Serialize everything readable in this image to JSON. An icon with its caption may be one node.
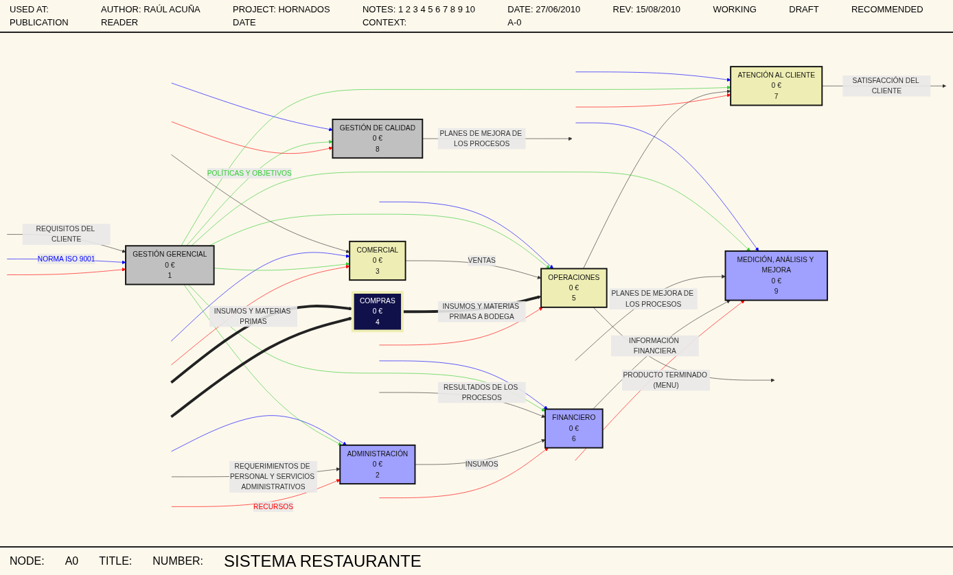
{
  "diagram": {
    "title": "SISTEMA RESTAURANTE",
    "nodes": [
      {
        "text": [
          "GESTIÓN GERENCIAL",
          "0 €",
          "1"
        ]
      },
      {
        "text": [
          "GESTIÓN DE CALIDAD",
          "0 €",
          "8"
        ]
      },
      {
        "text": [
          "COMERCIAL",
          "0 €",
          "3"
        ]
      },
      {
        "text": [
          "OPERACIONES",
          "0 €",
          "5"
        ]
      },
      {
        "text": [
          "ATENCIÓN AL CLIENTE",
          "0 €",
          "7"
        ]
      },
      {
        "text": [
          "COMPRAS",
          "0 €",
          "4"
        ]
      },
      {
        "text": [
          "ADMINISTRACIÓN",
          "0 €",
          "2"
        ]
      },
      {
        "text": [
          "FINANCIERO",
          "0 €",
          "6"
        ]
      },
      {
        "text": [
          "MEDICIÓN, ANÁLISIS Y MEJORA",
          "0 €",
          "9"
        ]
      }
    ],
    "edges": [
      {
        "from": null,
        "to": 0,
        "arrow": "to",
        "label": "REQUISITOS DEL CLIENTE"
      },
      {
        "from": null,
        "to": 2,
        "arrow": "to"
      },
      {
        "from": null,
        "to": 0,
        "arrow": "to",
        "label": "NORMA ISO 9001",
        "color": "#0000ff"
      },
      {
        "from": null,
        "to": 1,
        "arrow": "to",
        "color": "#0000ff"
      },
      {
        "from": null,
        "to": 2,
        "arrow": "to",
        "color": "#0000ff"
      },
      {
        "from": null,
        "to": 3,
        "arrow": "to",
        "color": "#0000ff"
      },
      {
        "from": null,
        "to": 4,
        "arrow": "to",
        "color": "#0000ff"
      },
      {
        "from": null,
        "to": 6,
        "arrow": "to",
        "color": "#0000ff"
      },
      {
        "from": null,
        "to": 7,
        "arrow": "to",
        "color": "#0000ff"
      },
      {
        "from": null,
        "to": 8,
        "arrow": "to",
        "color": "#0000ff"
      },
      {
        "from": 0,
        "to": 1,
        "arrow": "to",
        "label": "POLÍTICAS Y OBJETIVOS",
        "color": "#33cc33"
      },
      {
        "from": 0,
        "to": 2,
        "arrow": "to",
        "color": "#33cc33"
      },
      {
        "from": 0,
        "to": 3,
        "arrow": "to",
        "color": "#33cc33"
      },
      {
        "from": 0,
        "to": 4,
        "arrow": "to",
        "color": "#33cc33"
      },
      {
        "from": 0,
        "to": 6,
        "arrow": "to",
        "color": "#33cc33"
      },
      {
        "from": 0,
        "to": 7,
        "arrow": "to",
        "color": "#33cc33"
      },
      {
        "from": 0,
        "to": 8,
        "arrow": "to",
        "color": "#33cc33"
      },
      {
        "from": 2,
        "to": 3,
        "arrow": "to",
        "label": "VENTAS"
      },
      {
        "from": 3,
        "to": null,
        "arrow": "to",
        "label": "PRODUCTO TERMINADO (MENU)"
      },
      {
        "from": 3,
        "to": 4,
        "arrow": "to"
      },
      {
        "from": 4,
        "to": null,
        "arrow": "to",
        "label": "SATISFACCIÓN DEL CLIENTE"
      },
      {
        "from": 1,
        "to": null,
        "arrow": "to",
        "label": "PLANES DE MEJORA DE LOS PROCESOS"
      },
      {
        "from": null,
        "to": 5,
        "arrow": "to",
        "label": "INSUMOS Y MATERIAS PRIMAS",
        "style": "thick"
      },
      {
        "from": 5,
        "to": 3,
        "arrow": "to",
        "label": "INSUMOS Y MATERIAS PRIMAS A BODEGA",
        "style": "thick"
      },
      {
        "from": null,
        "to": 5,
        "arrow": "to",
        "style": "thick"
      },
      {
        "from": null,
        "to": 6,
        "arrow": "to",
        "label": "REQUERIMIENTOS DE PERSONAL Y SERVICIOS ADMINISTRATIVOS"
      },
      {
        "from": null,
        "to": 7,
        "arrow": "to",
        "label": "RESULTADOS DE LOS PROCESOS"
      },
      {
        "from": null,
        "to": 8,
        "arrow": "to",
        "label": "PLANES DE MEJORA DE LOS PROCESOS"
      },
      {
        "from": 6,
        "to": 7,
        "arrow": "to",
        "label": "INSUMOS"
      },
      {
        "from": 7,
        "to": 8,
        "arrow": "to",
        "label": "INFORMACIÓN FINANCIERA"
      },
      {
        "from": null,
        "to": 6,
        "arrow": "to",
        "label": "RECURSOS",
        "color": "#ff0000"
      },
      {
        "from": null,
        "to": 0,
        "arrow": "to",
        "color": "#ff0000"
      },
      {
        "from": null,
        "to": 1,
        "arrow": "to",
        "color": "#ff0000"
      },
      {
        "from": null,
        "to": 2,
        "arrow": "to",
        "color": "#ff0000"
      },
      {
        "from": null,
        "to": 3,
        "arrow": "to",
        "color": "#ff0000"
      },
      {
        "from": null,
        "to": 4,
        "arrow": "to",
        "color": "#ff0000"
      },
      {
        "from": null,
        "to": 7,
        "arrow": "to",
        "color": "#ff0000"
      },
      {
        "from": null,
        "to": 8,
        "arrow": "to",
        "color": "#ff0000"
      }
    ],
    "labels": [
      "USED AT:",
      "AUTHOR: RAÚL ACUÑA",
      "PROJECT: HORNADOS",
      "NOTES: 1 2 3 4 5 6 7 8 9 10",
      "DATE: 27/06/2010",
      "REV: 15/08/2010",
      "WORKING",
      "DRAFT",
      "RECOMMENDED",
      "PUBLICATION",
      "READER",
      "DATE",
      "CONTEXT:",
      "A-0",
      "NODE:",
      "A0",
      "TITLE:",
      "NUMBER:"
    ]
  }
}
